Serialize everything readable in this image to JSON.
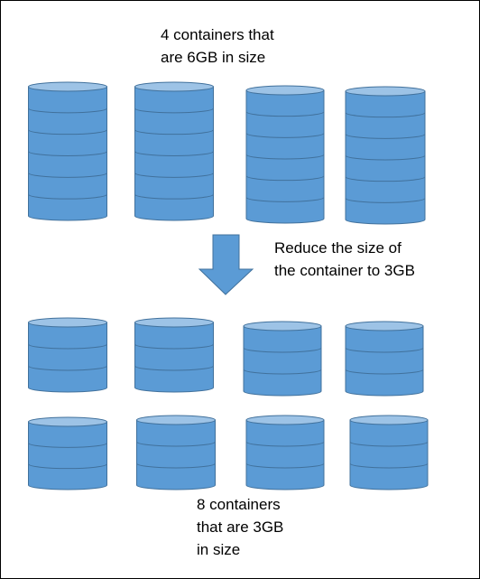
{
  "labels": {
    "top": [
      "4 containers that",
      "are 6GB in size"
    ],
    "middle": [
      "Reduce the size of",
      "the container to 3GB"
    ],
    "bottom": [
      "8 containers",
      "that are 3GB",
      "in size"
    ]
  },
  "groups": {
    "large_containers": {
      "count": 4,
      "segments": 6
    },
    "small_containers": {
      "count": 8,
      "segments": 3
    }
  },
  "colors": {
    "cylinder_body": "#5b9bd5",
    "cylinder_top": "#9dc3e6",
    "cylinder_stroke": "#41719c",
    "arrow": "#5b9bd5",
    "text": "#000000",
    "border": "#000000"
  }
}
